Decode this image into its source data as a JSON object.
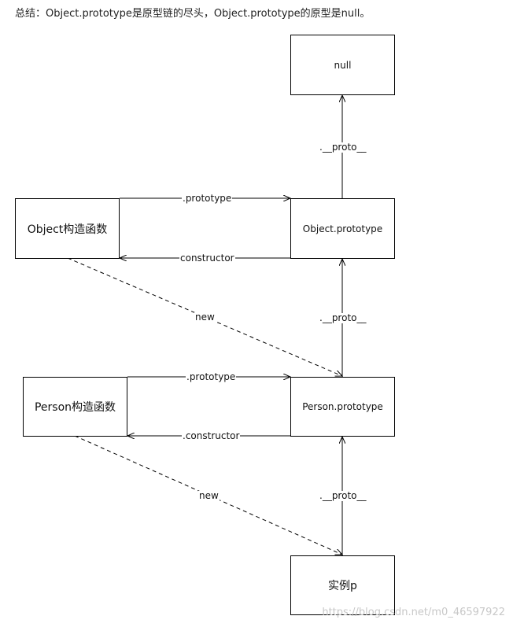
{
  "summary": "总结：Object.prototype是原型链的尽头，Object.prototype的原型是null。",
  "nodes": {
    "null": "null",
    "object_prototype": "Object.prototype",
    "object_constructor": "Object构造函数",
    "person_constructor": "Person构造函数",
    "person_prototype": "Person.prototype",
    "instance": "实例p"
  },
  "edges": {
    "proto": ".__proto__",
    "prototype": ".prototype",
    "constructor_object": "constructor",
    "constructor_person": ".constructor",
    "new": "new"
  },
  "watermark": "https://blog.csdn.net/m0_46597922"
}
